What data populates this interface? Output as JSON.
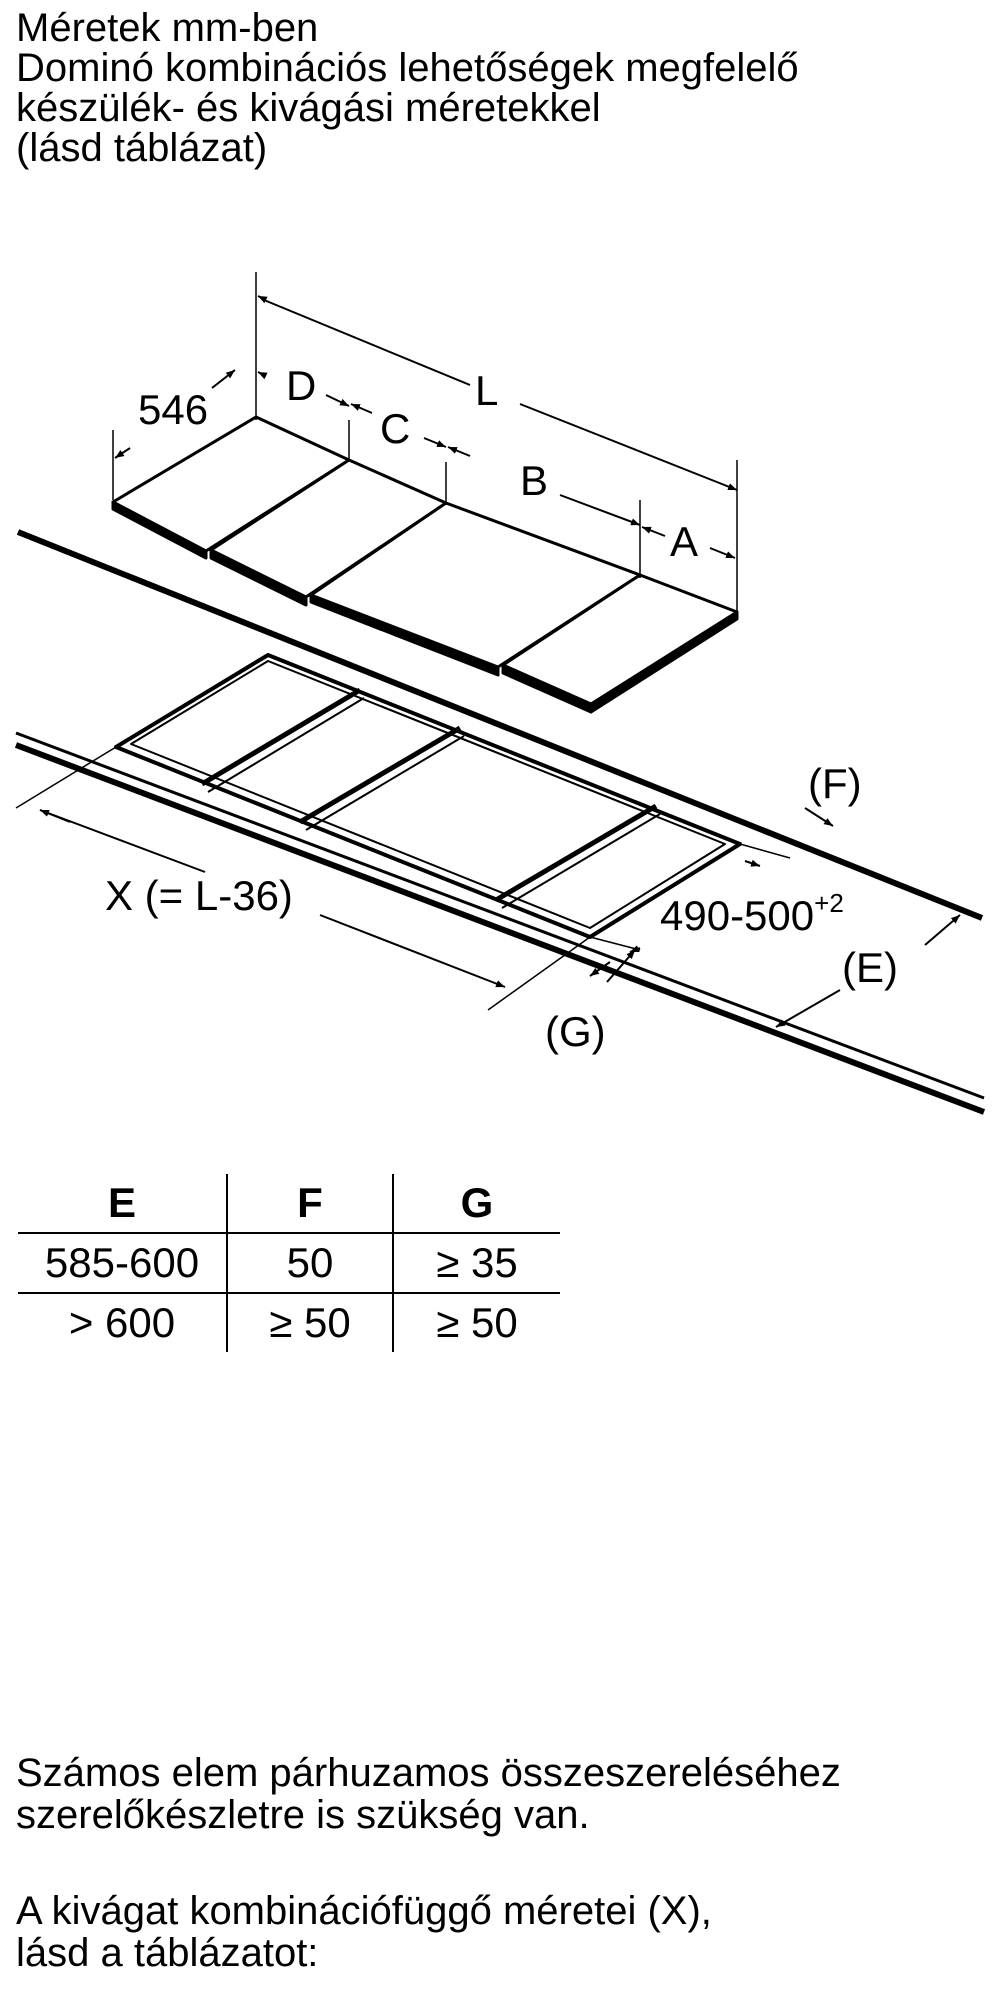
{
  "header": {
    "line1": "Méretek mm-ben",
    "line2": "Dominó kombinációs lehetőségek megfelelő",
    "line3": "készülék- és kivágási méretekkel",
    "line4": "(lásd táblázat)"
  },
  "diagram": {
    "label_546": "546",
    "label_D": "D",
    "label_C": "C",
    "label_L": "L",
    "label_B": "B",
    "label_A": "A",
    "label_F": "F",
    "label_X": "X (= L-36)",
    "label_depth": "490-500",
    "label_depth_sup": "+2",
    "label_E": "E",
    "label_G": "G",
    "paren_open": "(",
    "paren_close": ")"
  },
  "table": {
    "headers": [
      "E",
      "F",
      "G"
    ],
    "rows": [
      [
        "585-600",
        "50",
        "≥ 35"
      ],
      [
        "> 600",
        "≥ 50",
        "≥ 50"
      ]
    ]
  },
  "footer": {
    "note1_line1": "Számos elem párhuzamos összeszereléséhez",
    "note1_line2": "szerelőkészletre is szükség van.",
    "note2_line1": "A kivágat kombinációfüggő méretei (X),",
    "note2_line2": "lásd a táblázatot:"
  }
}
